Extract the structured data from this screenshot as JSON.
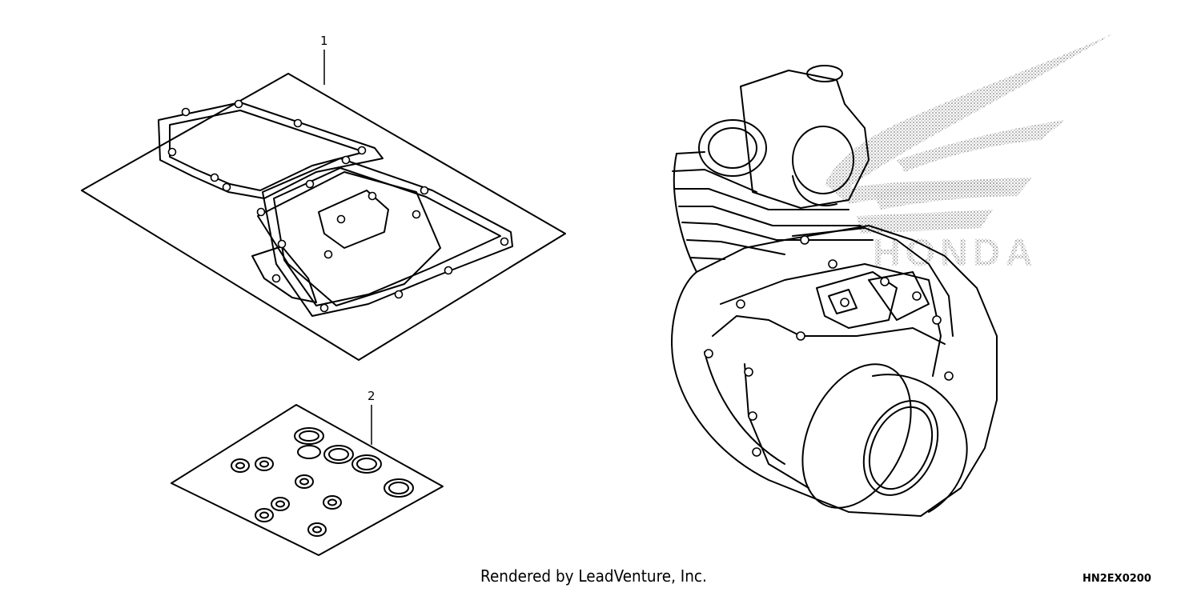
{
  "callouts": {
    "part_1": "1",
    "part_2": "2"
  },
  "footer": {
    "credit": "Rendered by LeadVenture, Inc.",
    "diagram_code": "HN2EX0200"
  },
  "logo": {
    "brand_text": "HONDA"
  },
  "colors": {
    "line": "#000000",
    "background": "#ffffff",
    "logo_dots": "#9a9a9a"
  }
}
